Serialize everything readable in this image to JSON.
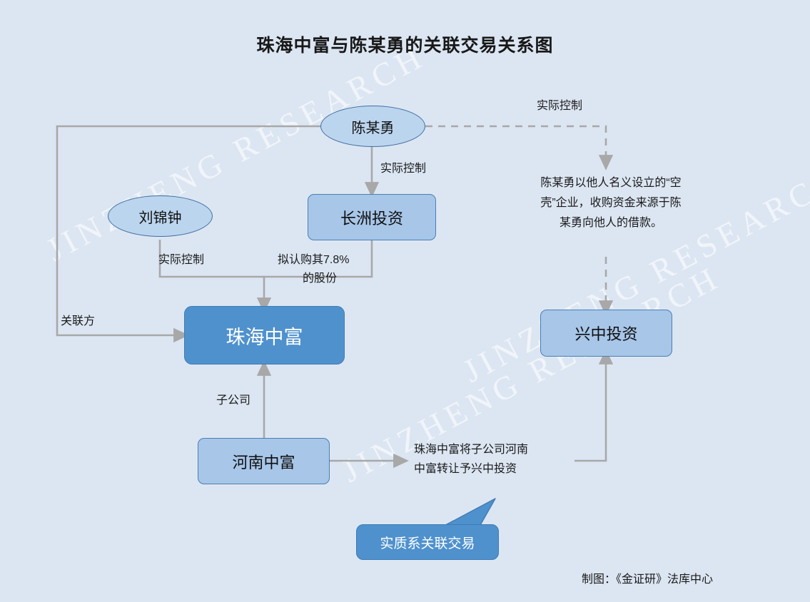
{
  "title": "珠海中富与陈某勇的关联交易关系图",
  "watermark": "JINZHENG  RESEARCH",
  "footer": "制图：《金证研》法库中心",
  "nodes": {
    "chen": "陈某勇",
    "liu": "刘锦钟",
    "changzhou": "长洲投资",
    "zhuhai": "珠海中富",
    "xingzhong": "兴中投资",
    "henan": "河南中富"
  },
  "edge_labels": {
    "chen_to_changzhou": "实际控制",
    "chen_to_xingzhong": "实际控制",
    "liu_to_zhuhai": "实际控制",
    "chen_to_zhuhai": "关联方",
    "changzhou_to_zhuhai_l1": "拟认购其7.8%",
    "changzhou_to_zhuhai_l2": "的股份",
    "henan_to_zhuhai": "子公司",
    "henan_transfer_l1": "珠海中富将子公司河南",
    "henan_transfer_l2": "中富转让予兴中投资"
  },
  "annotations": {
    "shell_note_l1": "陈某勇以他人名义设立的“空",
    "shell_note_l2": "壳”企业，收购资金来源于陈",
    "shell_note_l3": "某勇向他人的借款。"
  },
  "callout": {
    "text": "实质系关联交易"
  },
  "colors": {
    "background": "#dce6f2",
    "node_dark": "#4f91cd",
    "node_light": "#a7c6e8",
    "ellipse_fill": "#bcd5ee",
    "border": "#3f6fa3",
    "connector": "#a8a8a8"
  }
}
